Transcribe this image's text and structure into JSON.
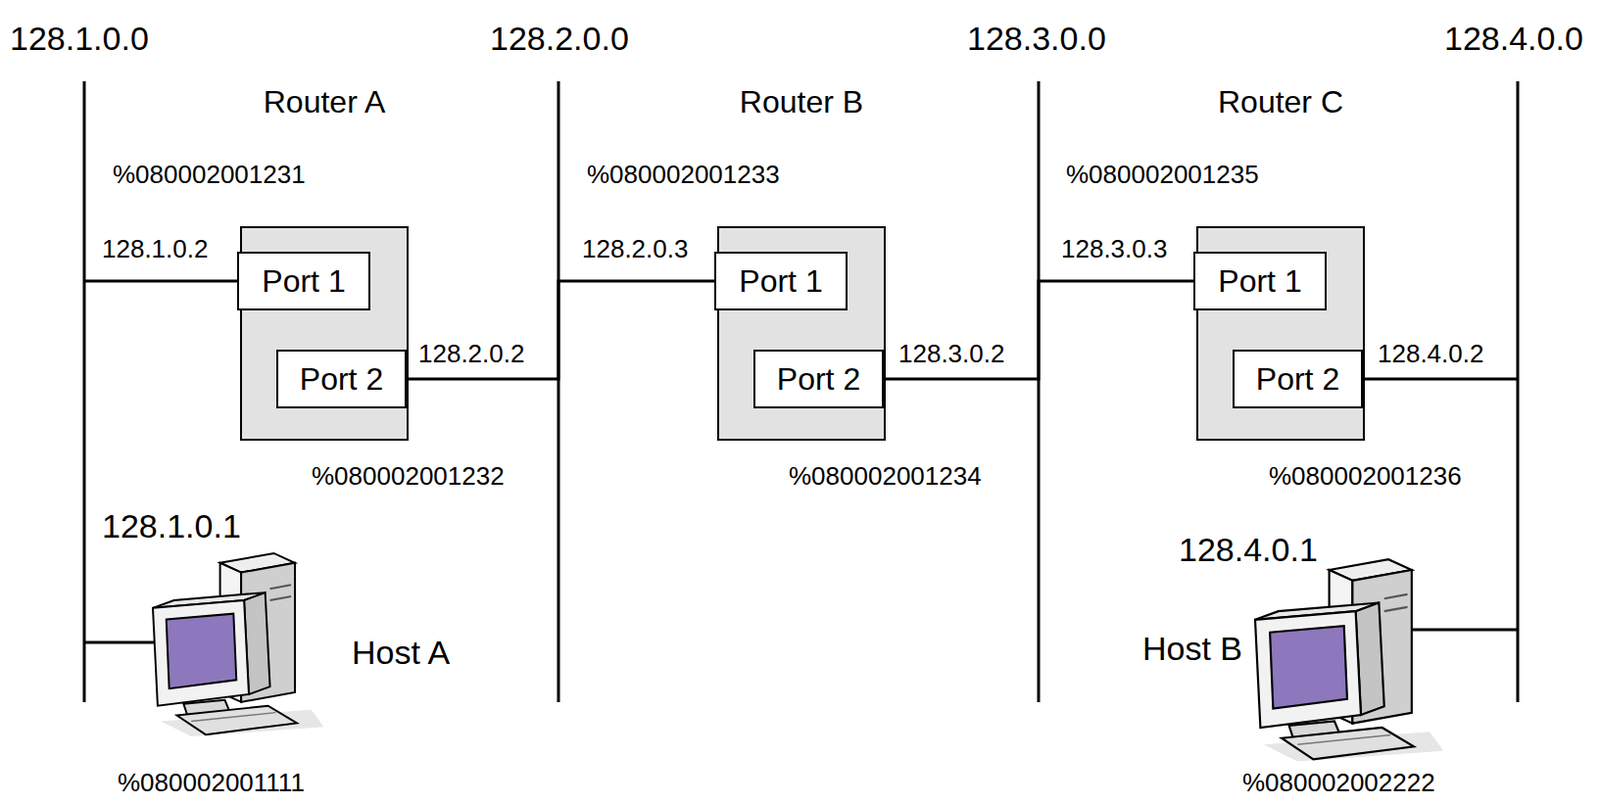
{
  "diagram": {
    "nodes": [
      {
        "text": [
          "Router A"
        ]
      },
      {
        "text": [
          "Port 1"
        ],
        "in": 0
      },
      {
        "text": [
          "Port 2"
        ],
        "in": 0
      },
      {
        "text": [
          "Router B"
        ]
      },
      {
        "text": [
          "Port 1"
        ],
        "in": 3
      },
      {
        "text": [
          "Port 2"
        ],
        "in": 3
      },
      {
        "text": [
          "Router C"
        ]
      },
      {
        "text": [
          "Port 1"
        ],
        "in": 6
      },
      {
        "text": [
          "Port 2"
        ],
        "in": 6
      }
    ],
    "edges": [
      {
        "from": 2,
        "to": 4,
        "arrow": "none"
      },
      {
        "from": 5,
        "to": 7,
        "arrow": "none"
      }
    ],
    "labels": [
      "128.1.0.0",
      "128.2.0.0",
      "128.3.0.0",
      "128.4.0.0",
      "%080002001231",
      "128.1.0.2",
      "128.2.0.2",
      "%080002001232",
      "%080002001233",
      "128.2.0.3",
      "128.3.0.2",
      "%080002001234",
      "%080002001235",
      "128.3.0.3",
      "128.4.0.2",
      "%080002001236",
      "128.1.0.1",
      "Host A",
      "%080002001111",
      "128.4.0.1",
      "Host B",
      "%080002002222"
    ]
  }
}
